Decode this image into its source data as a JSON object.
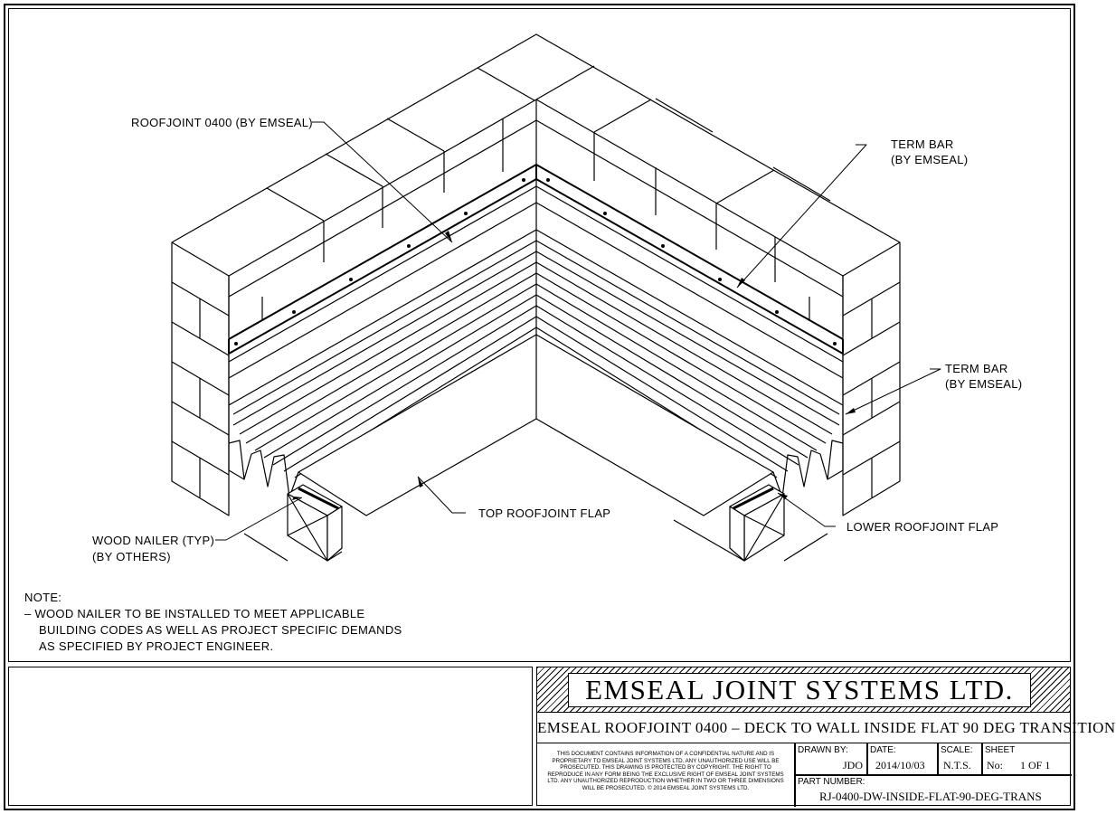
{
  "callouts": {
    "roofjoint": "ROOFJOINT 0400 (BY EMSEAL)",
    "term_bar_top_1": "TERM BAR",
    "term_bar_top_2": "(BY EMSEAL)",
    "term_bar_right_1": "TERM BAR",
    "term_bar_right_2": "(BY EMSEAL)",
    "top_flap": "TOP ROOFJOINT FLAP",
    "lower_flap": "LOWER ROOFJOINT FLAP",
    "wood_nailer_1": "WOOD NAILER (TYP)",
    "wood_nailer_2": "(BY OTHERS)"
  },
  "note": {
    "heading": "NOTE:",
    "line1": "– WOOD NAILER TO BE INSTALLED TO MEET APPLICABLE",
    "line2": "BUILDING CODES AS WELL AS PROJECT SPECIFIC DEMANDS",
    "line3": "AS SPECIFIED BY PROJECT ENGINEER."
  },
  "title_block": {
    "company": "EMSEAL JOINT SYSTEMS LTD.",
    "title": "EMSEAL ROOFJOINT 0400 – DECK TO WALL INSIDE FLAT 90 DEG TRANSITION",
    "confidentiality": "THIS DOCUMENT CONTAINS INFORMATION OF A CONFIDENTIAL NATURE AND IS PROPRIETARY TO EMSEAL JOINT SYSTEMS LTD. ANY UNAUTHORIZED USE WILL BE PROSECUTED. THIS DRAWING IS PROTECTED BY COPYRIGHT. THE RIGHT TO REPRODUCE IN ANY FORM BEING THE EXCLUSIVE RIGHT OF EMSEAL JOINT SYSTEMS LTD. ANY UNAUTHORIZED REPRODUCTION WHETHER IN TWO OR THREE DIMENSIONS WILL BE PROSECUTED. © 2014 EMSEAL JOINT SYSTEMS LTD.",
    "drawn_by_label": "DRAWN BY:",
    "drawn_by": "JDO",
    "date_label": "DATE:",
    "date": "2014/10/03",
    "scale_label": "SCALE:",
    "scale": "N.T.S.",
    "sheet_label": "SHEET",
    "sheet_no_label": "No:",
    "sheet": "1 OF 1",
    "part_label": "PART NUMBER:",
    "part_number": "RJ-0400-DW-INSIDE-FLAT-90-DEG-TRANS"
  }
}
